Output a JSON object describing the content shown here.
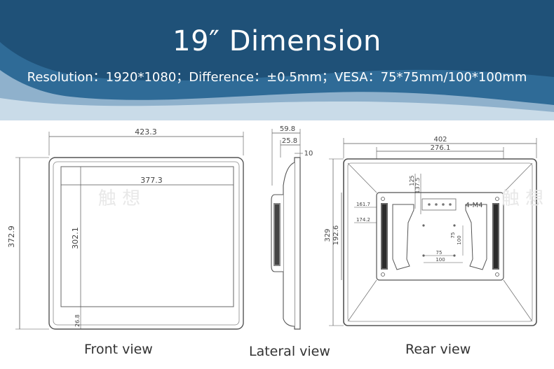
{
  "header": {
    "title": "19″  Dimension",
    "subtitle": "Resolution：1920*1080；Difference：±0.5mm；VESA：75*75mm/100*100mm",
    "colors": {
      "banner_dark": "#1f5178",
      "banner_mid": "#2f6b97",
      "banner_light": "#8fb1cc"
    }
  },
  "watermark": {
    "text": "触 想"
  },
  "front_view": {
    "label": "Front view",
    "dims": {
      "outer_width": "423.3",
      "outer_height": "372.9",
      "screen_width": "377.3",
      "screen_height": "302.1",
      "bottom_border": "26.8"
    }
  },
  "lateral_view": {
    "label": "Lateral view",
    "dims": {
      "total_depth": "59.8",
      "body_depth": "25.8",
      "bezel": "10"
    }
  },
  "rear_view": {
    "label": "Rear view",
    "dims": {
      "outer_width": "402",
      "bracket_width": "276.1",
      "outer_height": "329",
      "bracket_height": "192.6",
      "top_offset_a": "125",
      "top_offset_b": "137.5",
      "side_a": "161.7",
      "side_b": "174.2",
      "screw_label": "4-M4",
      "vesa_small": "75",
      "vesa_large": "100"
    }
  }
}
